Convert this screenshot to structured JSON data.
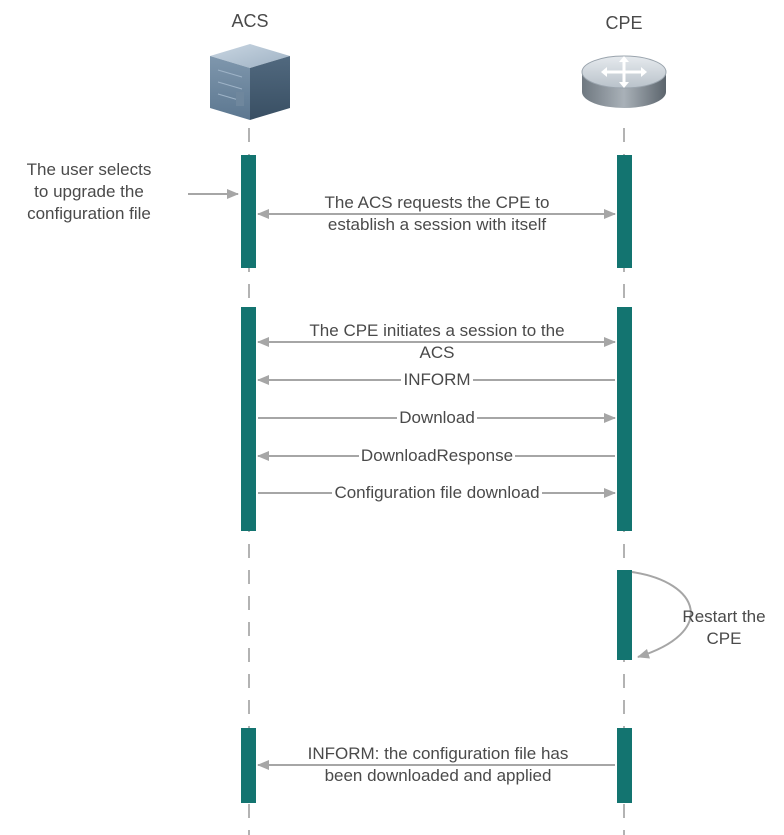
{
  "participants": {
    "acs": {
      "label": "ACS",
      "icon": "server-icon"
    },
    "cpe": {
      "label": "CPE",
      "icon": "router-icon"
    }
  },
  "notes": {
    "user_action": [
      "The user selects",
      "to upgrade the",
      "configuration file"
    ],
    "restart": [
      "Restart the",
      "CPE"
    ]
  },
  "messages": {
    "session_request": [
      "The ACS requests the CPE to",
      "establish a session with itself"
    ],
    "session_initiate": [
      "The CPE initiates a session to the",
      "ACS"
    ],
    "inform": "INFORM",
    "download": "Download",
    "download_response": "DownloadResponse",
    "config_download": "Configuration file download",
    "inform_applied": [
      "INFORM: the configuration file has",
      "been downloaded and applied"
    ]
  },
  "colors": {
    "activation": "#137470",
    "arrow": "#a6a6a6",
    "lifeline": "#b3b3b3",
    "text": "#4a4a4a"
  }
}
